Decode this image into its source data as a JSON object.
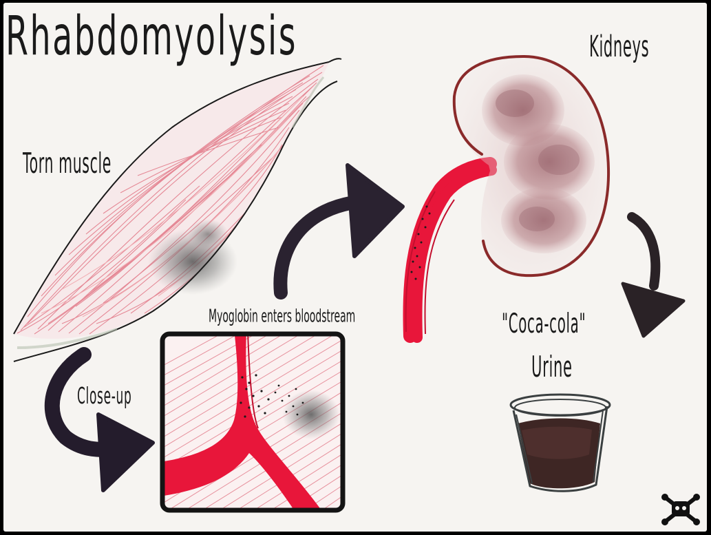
{
  "title": "Rhabdomyolysis",
  "labels": {
    "torn_muscle": "Torn muscle",
    "kidneys": "Kidneys",
    "myoglobin": "Myoglobin enters bloodstream",
    "close_up": "Close-up",
    "coca_cola": "\"Coca-cola\"",
    "urine": "Urine"
  },
  "colors": {
    "paper": "#f6f4f1",
    "frame": "#000000",
    "muscle_fiber": "#e07080",
    "bruise": "#6a6a6a",
    "blood_vessel": "#e8163a",
    "arrow": "#2a2230",
    "kidney_outline": "#8a2a2a",
    "kidney_fill": "#b8858a",
    "urine": "#3e2624",
    "glass": "#3a3f40"
  },
  "icons": {
    "logo": "skull-crossbones-icon"
  }
}
